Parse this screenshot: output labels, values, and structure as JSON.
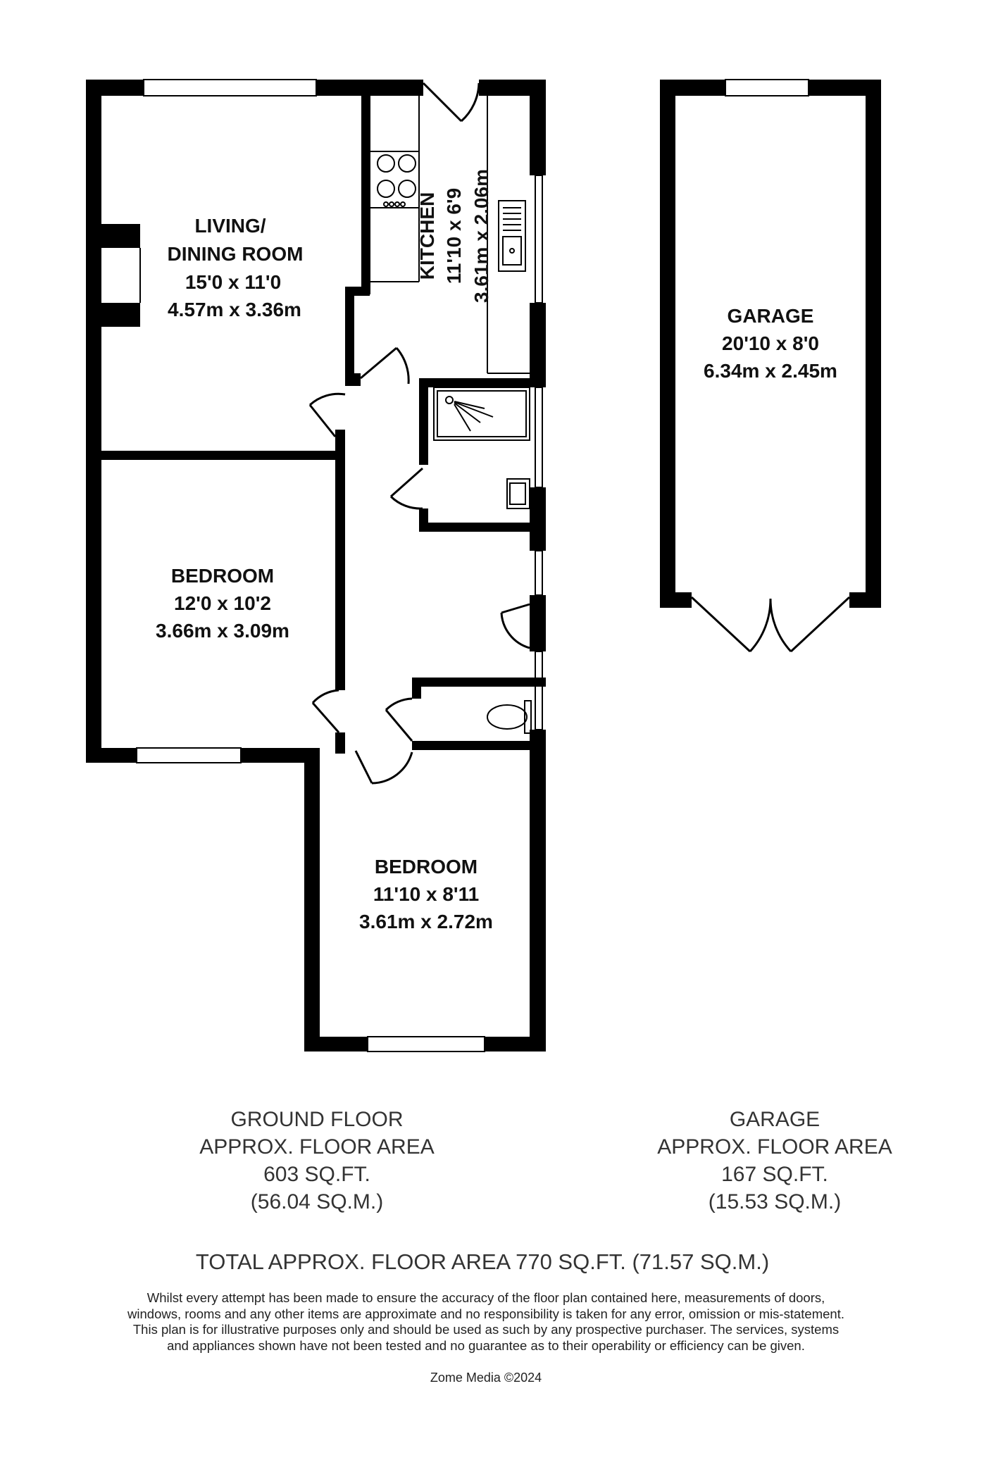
{
  "rooms": {
    "living": {
      "name1": "LIVING/",
      "name2": "DINING ROOM",
      "imperial": "15'0 x 11'0",
      "metric": "4.57m x 3.36m"
    },
    "kitchen": {
      "name": "KITCHEN",
      "imperial": "11'10 x 6'9",
      "metric": "3.61m x 2.06m"
    },
    "bedroom1": {
      "name": "BEDROOM",
      "imperial": "12'0 x 10'2",
      "metric": "3.66m x 3.09m"
    },
    "bedroom2": {
      "name": "BEDROOM",
      "imperial": "11'10 x 8'11",
      "metric": "3.61m x 2.72m"
    },
    "garage": {
      "name": "GARAGE",
      "imperial": "20'10 x 8'0",
      "metric": "6.34m x 2.45m"
    }
  },
  "ground_floor": {
    "title": "GROUND FLOOR",
    "label": "APPROX. FLOOR AREA",
    "sqft": "603 SQ.FT.",
    "sqm": "(56.04 SQ.M.)"
  },
  "garage_floor": {
    "title": "GARAGE",
    "label": "APPROX. FLOOR AREA",
    "sqft": "167 SQ.FT.",
    "sqm": "(15.53 SQ.M.)"
  },
  "total": "TOTAL APPROX. FLOOR AREA 770 SQ.FT. (71.57 SQ.M.)",
  "disclaimer": "Whilst every attempt has been made to ensure the accuracy of the floor plan contained here, measurements of doors, windows, rooms and any other items are approximate and no responsibility is taken for any error, omission or mis-statement. This plan is for illustrative purposes only and should be used as such by any prospective purchaser. The services, systems and appliances shown have not been tested and no guarantee as to their operability or efficiency can be given.",
  "copyright": "Zome Media ©2024"
}
